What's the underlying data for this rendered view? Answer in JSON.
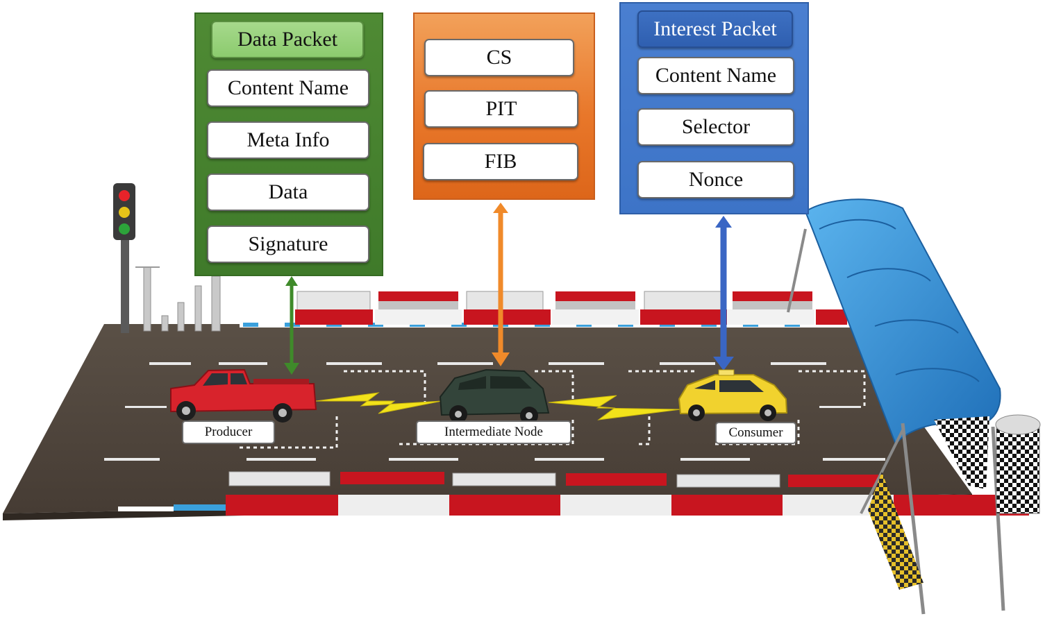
{
  "data_packet": {
    "title": "Data Packet",
    "fields": [
      "Content Name",
      "Meta Info",
      "Data",
      "Signature"
    ]
  },
  "node_tables": {
    "fields": [
      "CS",
      "PIT",
      "FIB"
    ]
  },
  "interest_packet": {
    "title": "Interest Packet",
    "fields": [
      "Content Name",
      "Selector",
      "Nonce"
    ]
  },
  "vehicles": {
    "producer": "Producer",
    "intermediate": "Intermediate Node",
    "consumer": "Consumer"
  },
  "colors": {
    "green_panel": "#3f7a2a",
    "orange_panel": "#e8772a",
    "blue_panel": "#3d74c7",
    "green_arrow": "#3f8a2a",
    "orange_arrow": "#f08a2a",
    "blue_arrow": "#3a66c4",
    "link_lightning": "#f2e21a",
    "road": "#4e443c",
    "barrier_red": "#c8151f",
    "tunnel_blue": "#2f8fd6"
  }
}
